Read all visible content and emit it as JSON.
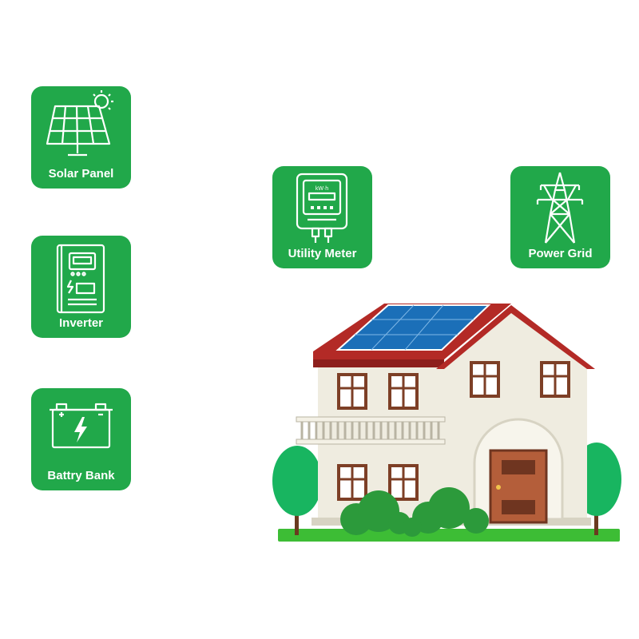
{
  "colors": {
    "tile": "#21a84a",
    "grass": "#3dbd35",
    "tree": "#18b560",
    "roof": "#b32a26",
    "wall": "#efece0",
    "wall_shadow": "#d7d3c3",
    "window": "#7d3f26",
    "door": "#b45e3a",
    "solar": "#1b6fb8"
  },
  "components": [
    {
      "id": "solar",
      "label": "Solar Panel",
      "icon": "solar-panel-icon"
    },
    {
      "id": "inverter",
      "label": "Inverter",
      "icon": "inverter-icon"
    },
    {
      "id": "battery",
      "label": "Battry Bank",
      "icon": "battery-icon"
    },
    {
      "id": "meter",
      "label": "Utility Meter",
      "icon": "utility-meter-icon",
      "meter_unit": "kW·h"
    },
    {
      "id": "grid",
      "label": "Power Grid",
      "icon": "power-tower-icon"
    }
  ],
  "illustration": "house-with-rooftop-solar"
}
